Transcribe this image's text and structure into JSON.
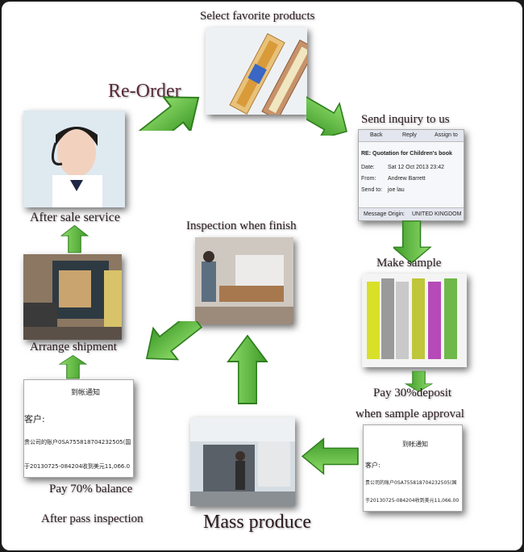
{
  "labels": {
    "select_products": "Select favorite products",
    "reorder": "Re-Order",
    "send_inquiry": "Send inquiry to us",
    "after_sale": "After sale service",
    "inspection_finish": "Inspection when finish",
    "make_sample": "Make sample",
    "arrange_shipment": "Arrange shipment",
    "pay_deposit": "Pay 30%deposit",
    "sample_approval": "when sample approval",
    "pay_balance": "Pay 70% balance",
    "after_inspection": "After pass inspection",
    "mass_produce": "Mass produce"
  },
  "email": {
    "back": "Back",
    "reply": "Reply",
    "assign": "Assign to",
    "subject": "RE: Quotation for Children's book",
    "date_label": "Date:",
    "date_value": "Sat 12 Oct 2013 23:42",
    "from_label": "From:",
    "from_value": "Andrew Barrett",
    "sendto_label": "Send to:",
    "sendto_value": "joe lau",
    "origin_label": "Message Origin:",
    "origin_value": "UNITED KINGDOM"
  },
  "notice_left": {
    "title": "到帐通知",
    "line1": "客户:",
    "line2": "贵公司的账户0SA755818704232505(国",
    "line3": "于20130725-084204收到美元11,066.0"
  },
  "notice_right": {
    "title": "到帐通知",
    "line1": "客户:",
    "line2": "贵公司的账户0SA755818704232505(国",
    "line3": "于20130725-084204收到美元11,066.00"
  },
  "colors": {
    "arrow_green": "#5cb83a",
    "arrow_dark": "#2f7f1e",
    "label_text": "#2a1a1e",
    "reorder_text": "#5a2a3a"
  }
}
